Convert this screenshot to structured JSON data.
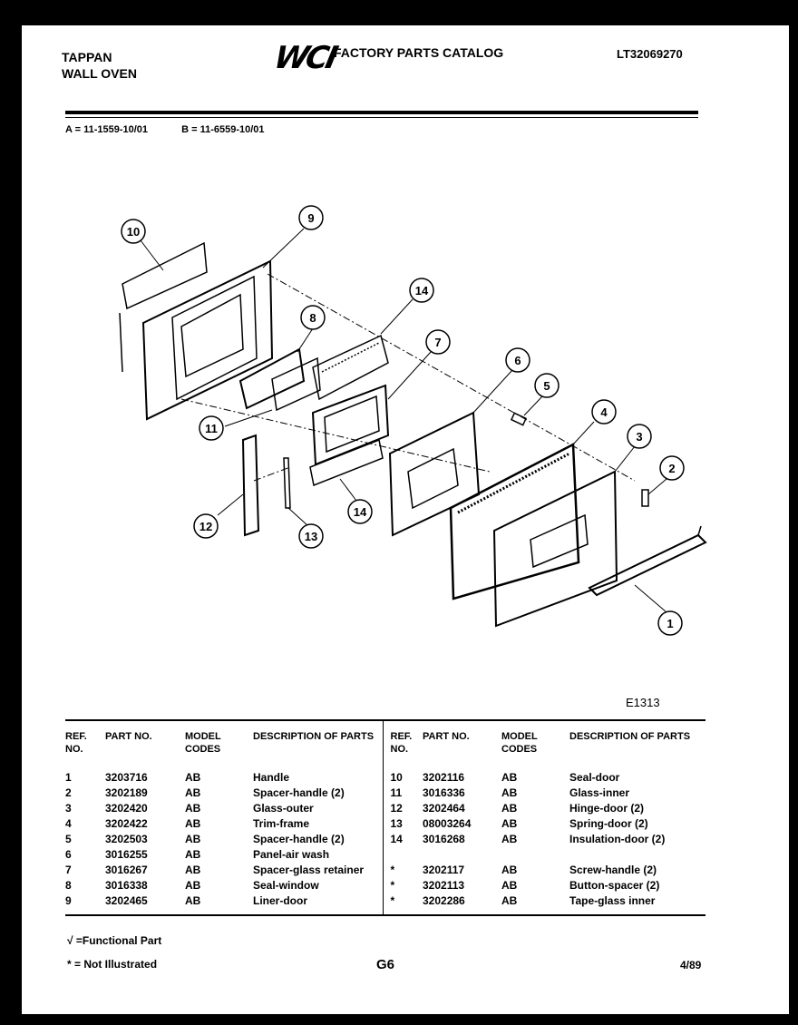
{
  "header": {
    "brand": "TAPPAN",
    "product": "WALL OVEN",
    "logo": "WCI",
    "catalog_title": "FACTORY PARTS CATALOG",
    "doc_number": "LT32069270"
  },
  "models": {
    "a": "A = 11-1559-10/01",
    "b": "B = 11-6559-10/01"
  },
  "diagram_code": "E1313",
  "callouts": [
    "1",
    "2",
    "3",
    "4",
    "5",
    "6",
    "7",
    "8",
    "9",
    "10",
    "11",
    "12",
    "13",
    "14",
    "14"
  ],
  "table": {
    "headers": {
      "ref": "REF. NO.",
      "part": "PART NO.",
      "model": "MODEL CODES",
      "desc": "DESCRIPTION OF PARTS"
    },
    "rows": [
      {
        "left": [
          "1",
          "3203716",
          "AB",
          "Handle"
        ],
        "right": [
          "10",
          "3202116",
          "AB",
          "Seal-door"
        ]
      },
      {
        "left": [
          "2",
          "3202189",
          "AB",
          "Spacer-handle (2)"
        ],
        "right": [
          "11",
          "3016336",
          "AB",
          "Glass-inner"
        ]
      },
      {
        "left": [
          "3",
          "3202420",
          "AB",
          "Glass-outer"
        ],
        "right": [
          "12",
          "3202464",
          "AB",
          "Hinge-door (2)"
        ]
      },
      {
        "left": [
          "4",
          "3202422",
          "AB",
          "Trim-frame"
        ],
        "right": [
          "13",
          "08003264",
          "AB",
          "Spring-door (2)"
        ]
      },
      {
        "left": [
          "5",
          "3202503",
          "AB",
          "Spacer-handle (2)"
        ],
        "right": [
          "14",
          "3016268",
          "AB",
          "Insulation-door (2)"
        ]
      },
      {
        "left": [
          "6",
          "3016255",
          "AB",
          "Panel-air wash"
        ],
        "right": [
          "",
          "",
          "",
          ""
        ]
      },
      {
        "left": [
          "7",
          "3016267",
          "AB",
          "Spacer-glass retainer"
        ],
        "right": [
          "*",
          "3202117",
          "AB",
          "Screw-handle (2)"
        ]
      },
      {
        "left": [
          "8",
          "3016338",
          "AB",
          "Seal-window"
        ],
        "right": [
          "*",
          "3202113",
          "AB",
          "Button-spacer (2)"
        ]
      },
      {
        "left": [
          "9",
          "3202465",
          "AB",
          "Liner-door"
        ],
        "right": [
          "*",
          "3202286",
          "AB",
          "Tape-glass inner"
        ]
      }
    ]
  },
  "footer": {
    "legend_functional": "√ =Functional Part",
    "legend_not_illustrated": "* = Not Illustrated",
    "page": "G6",
    "date": "4/89"
  }
}
